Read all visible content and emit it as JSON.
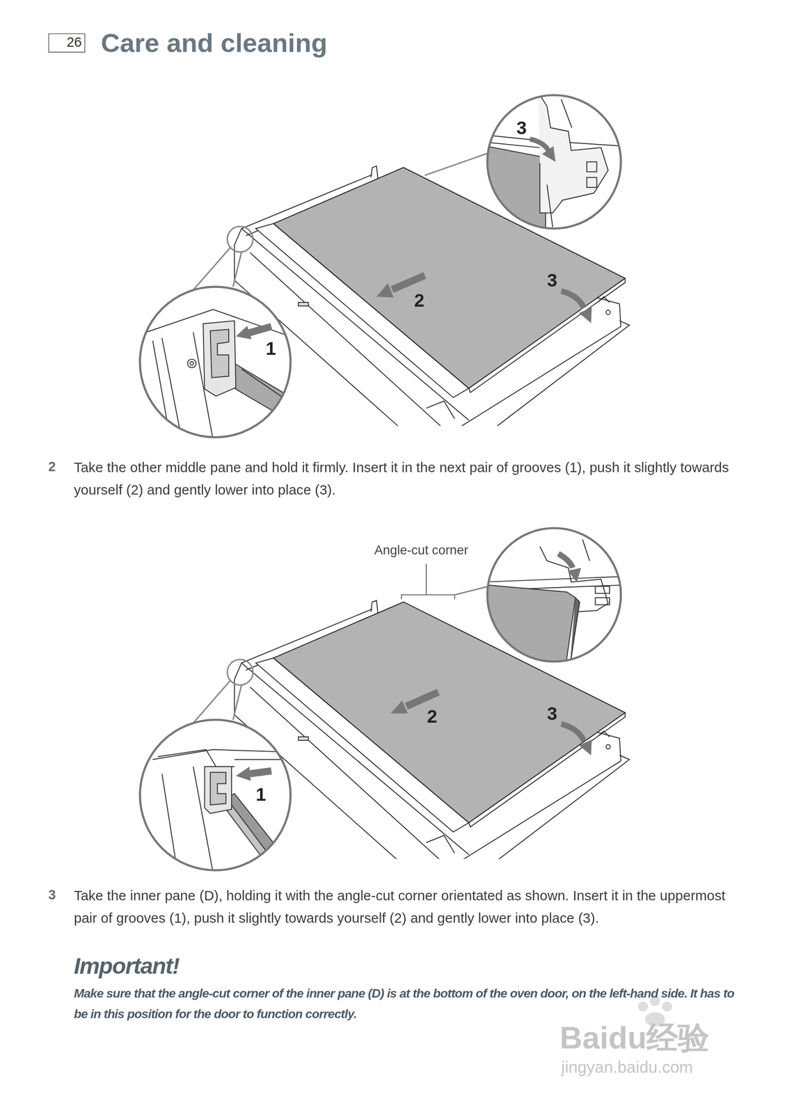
{
  "diagram": {
    "title": "Care and cleaning",
    "nodes": [
      {
        "text": [
          "26"
        ]
      }
    ],
    "labels": [
      "3",
      "2",
      "3",
      "1",
      "2",
      "Take the other middle pane and hold it firmly. Insert it in the next pair of grooves (1), push it slightly towards yourself (2) and gently lower into place (3).",
      "Angle-cut corner",
      "2",
      "3",
      "1",
      "3",
      "Take the inner pane (D), holding it with the angle-cut corner orientated as shown. Insert it in the uppermost pair of grooves (1), push it slightly towards yourself (2) and gently lower into place (3).",
      "Important!",
      "Make sure that the angle-cut corner of the inner pane (D) is at the bottom of the oven door, on the left-hand side. It has to be in this position for the door to function correctly.",
      "Baidu经验",
      "jingyan.baidu.com"
    ]
  }
}
